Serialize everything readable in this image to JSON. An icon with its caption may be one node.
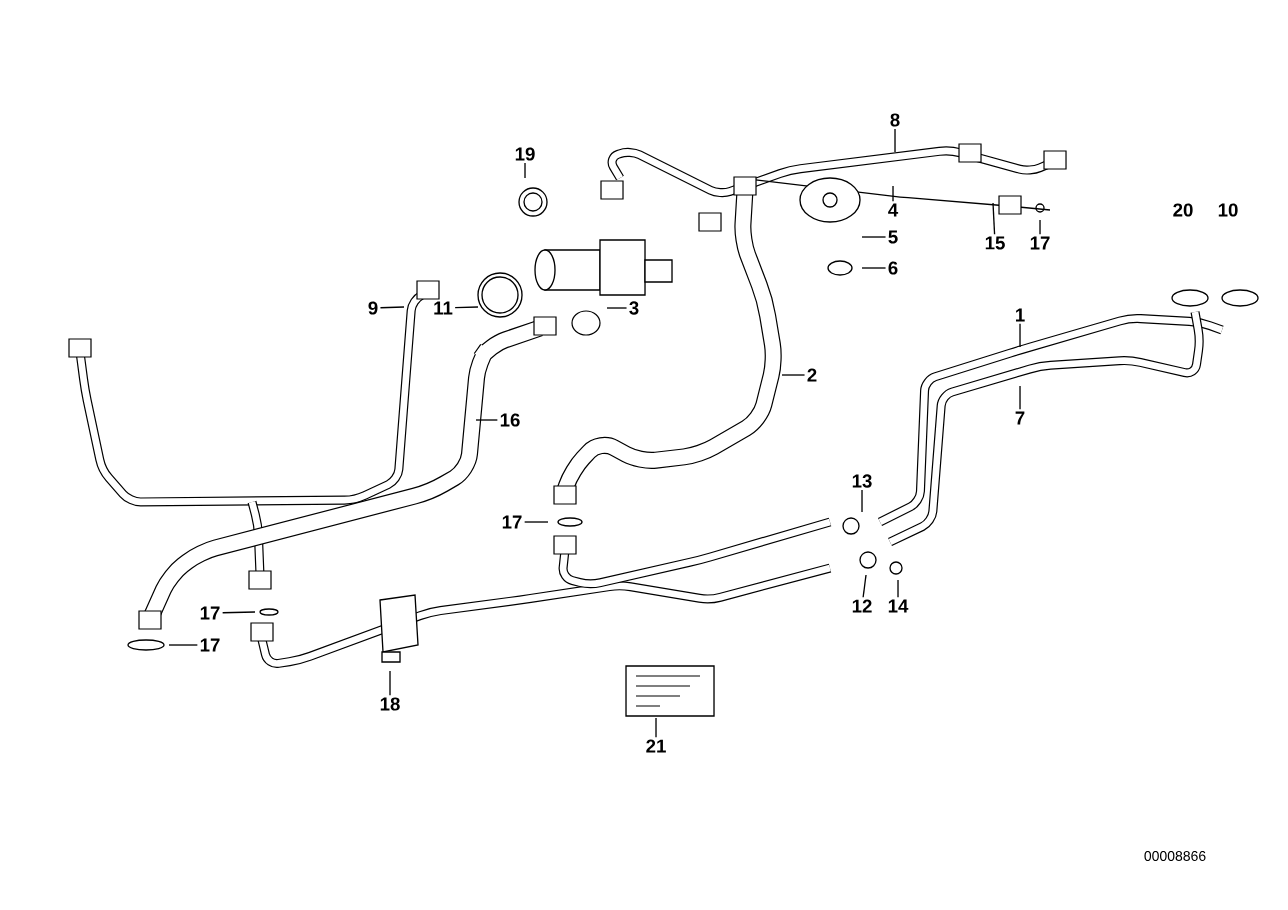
{
  "diagram": {
    "nodes": [
      {
        "text": [
          "8"
        ]
      },
      {
        "text": [
          "19"
        ]
      },
      {
        "text": [
          "4"
        ]
      },
      {
        "text": [
          "5"
        ]
      },
      {
        "text": [
          "15"
        ]
      },
      {
        "text": [
          "17"
        ]
      },
      {
        "text": [
          "20"
        ]
      },
      {
        "text": [
          "10"
        ]
      },
      {
        "text": [
          "6"
        ]
      },
      {
        "text": [
          "9"
        ]
      },
      {
        "text": [
          "11"
        ]
      },
      {
        "text": [
          "3"
        ]
      },
      {
        "text": [
          "1"
        ]
      },
      {
        "text": [
          "2"
        ]
      },
      {
        "text": [
          "16"
        ]
      },
      {
        "text": [
          "7"
        ]
      },
      {
        "text": [
          "13"
        ]
      },
      {
        "text": [
          "17"
        ]
      },
      {
        "text": [
          "12"
        ]
      },
      {
        "text": [
          "14"
        ]
      },
      {
        "text": [
          "17"
        ]
      },
      {
        "text": [
          "17"
        ]
      },
      {
        "text": [
          "18"
        ]
      },
      {
        "text": [
          "21"
        ]
      }
    ],
    "edges": [
      {
        "from": 0,
        "to": null,
        "arrow": "none"
      },
      {
        "from": 1,
        "to": null,
        "arrow": "none"
      },
      {
        "from": 2,
        "to": null,
        "arrow": "none"
      },
      {
        "from": 3,
        "to": null,
        "arrow": "none"
      },
      {
        "from": 4,
        "to": null,
        "arrow": "none"
      },
      {
        "from": 5,
        "to": null,
        "arrow": "none"
      },
      {
        "from": 8,
        "to": null,
        "arrow": "none"
      },
      {
        "from": 9,
        "to": null,
        "arrow": "none"
      },
      {
        "from": 10,
        "to": null,
        "arrow": "none"
      },
      {
        "from": 11,
        "to": null,
        "arrow": "none"
      },
      {
        "from": 12,
        "to": null,
        "arrow": "none"
      },
      {
        "from": 13,
        "to": null,
        "arrow": "none"
      },
      {
        "from": 14,
        "to": null,
        "arrow": "none"
      },
      {
        "from": 15,
        "to": null,
        "arrow": "none"
      },
      {
        "from": 16,
        "to": null,
        "arrow": "none"
      },
      {
        "from": 17,
        "to": null,
        "arrow": "none"
      },
      {
        "from": 18,
        "to": null,
        "arrow": "none"
      },
      {
        "from": 19,
        "to": null,
        "arrow": "none"
      },
      {
        "from": 20,
        "to": null,
        "arrow": "none"
      },
      {
        "from": 21,
        "to": null,
        "arrow": "none"
      },
      {
        "from": 22,
        "to": null,
        "arrow": "none"
      },
      {
        "from": 23,
        "to": null,
        "arrow": "none"
      }
    ],
    "labels": [
      "00008866"
    ]
  }
}
